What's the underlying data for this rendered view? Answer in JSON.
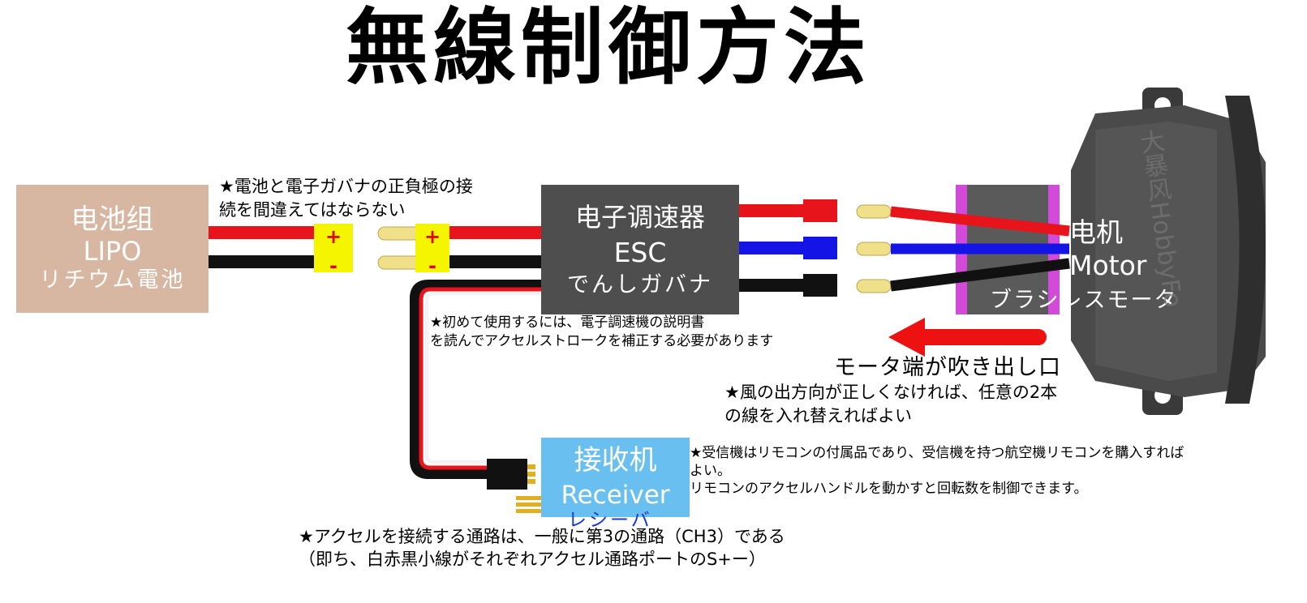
{
  "title": "無線制御方法",
  "battery": {
    "line1": "电池组",
    "line2": "LIPO",
    "line3": "リチウム電池"
  },
  "esc": {
    "line1": "电子调速器",
    "line2": "ESC",
    "line3": "でんしガバナ"
  },
  "receiver": {
    "line1": "接收机",
    "line2": "Receiver",
    "kana": "レシーバ"
  },
  "motor": {
    "line1": "电机",
    "line2": "Motor",
    "line3": "ブラシレスモータ",
    "watermark": "大暴风HobbyFo"
  },
  "connector": {
    "plus": "+",
    "minus": "-"
  },
  "notes": {
    "polarity": "★電池と電子ガバナの正負極の接\n続を間違えてはならない",
    "esc_manual": "★初めて使用するには、電子調速機の説明書\nを読んでアクセルストロークを補正する必要があります",
    "receiver": "★受信機はリモコンの付属品であり、受信機を持つ航空機リモコンを購入すれば\nよい。\nリモコンのアクセルハンドルを動かすと回転数を制御できます。",
    "channel": "★アクセルを接続する通路は、一般に第3の通路（CH3）である\n（即ち、白赤黒小線がそれぞれアクセル通路ポートのS+ー）",
    "wind": "★風の出方向が正しくなければ、任意の2本\nの線を入れ替えればよい",
    "outlet": "モータ端が吹き出し口"
  },
  "colors": {
    "battery_box": "#d7b7a2",
    "esc_box": "#4e4e4e",
    "receiver_box": "#69bff0",
    "wire_red": "#e8141c",
    "wire_blue": "#1414e6",
    "wire_black": "#111111",
    "connector_yellow": "#f5f500",
    "bullet": "#f0e08a",
    "motor_can": "#d24bd8",
    "arrow": "#ee1111"
  }
}
